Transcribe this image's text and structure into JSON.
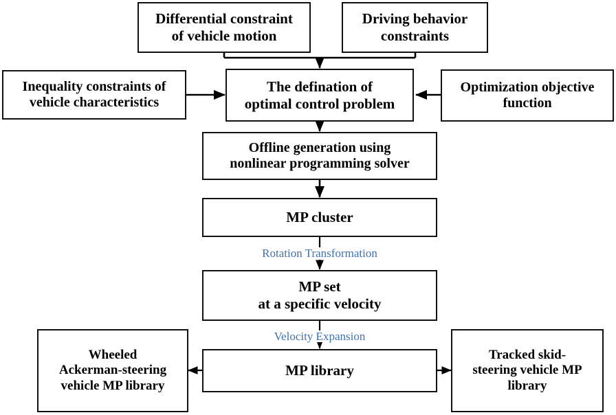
{
  "diagram": {
    "title": "Motion primitive (MP) library generation flowchart",
    "background_color": "#ffffff",
    "box_stroke_color": "#111111",
    "arrow_color": "#000000",
    "edge_label_color": "#4171ad"
  },
  "nodes": {
    "differential_constraint": "Differential constraint\nof vehicle motion",
    "driving_behavior": "Driving behavior\nconstraints",
    "inequality_constraints": "Inequality constraints of\nvehicle characteristics",
    "optimal_control_problem": "The defination of\noptimal control problem",
    "optimization_objective": "Optimization objective\nfunction",
    "offline_generation": "Offline generation using\nnonlinear programming solver",
    "mp_cluster": "MP cluster",
    "mp_set": "MP set\nat a specific velocity",
    "mp_library": "MP library",
    "wheeled_ackerman": "Wheeled\nAckerman-steering\nvehicle MP library",
    "tracked_skid": "Tracked skid-\nsteering vehicle MP\nlibrary"
  },
  "edge_labels": {
    "rotation_transformation": "Rotation Transformation",
    "velocity_expansion": "Velocity Expansion"
  },
  "edges": [
    {
      "from": "differential_constraint",
      "to": "optimal_control_problem",
      "style": "bus-down-arrow"
    },
    {
      "from": "driving_behavior",
      "to": "optimal_control_problem",
      "style": "bus-down-arrow"
    },
    {
      "from": "inequality_constraints",
      "to": "optimal_control_problem",
      "style": "arrow-right"
    },
    {
      "from": "optimization_objective",
      "to": "optimal_control_problem",
      "style": "arrow-left"
    },
    {
      "from": "optimal_control_problem",
      "to": "offline_generation",
      "style": "arrow-down"
    },
    {
      "from": "offline_generation",
      "to": "mp_cluster",
      "style": "arrow-down"
    },
    {
      "from": "mp_cluster",
      "to": "mp_set",
      "style": "arrow-down",
      "label": "rotation_transformation"
    },
    {
      "from": "mp_set",
      "to": "mp_library",
      "style": "arrow-down",
      "label": "velocity_expansion"
    },
    {
      "from": "mp_library",
      "to": "wheeled_ackerman",
      "style": "arrow-left"
    },
    {
      "from": "mp_library",
      "to": "tracked_skid",
      "style": "arrow-right"
    }
  ]
}
